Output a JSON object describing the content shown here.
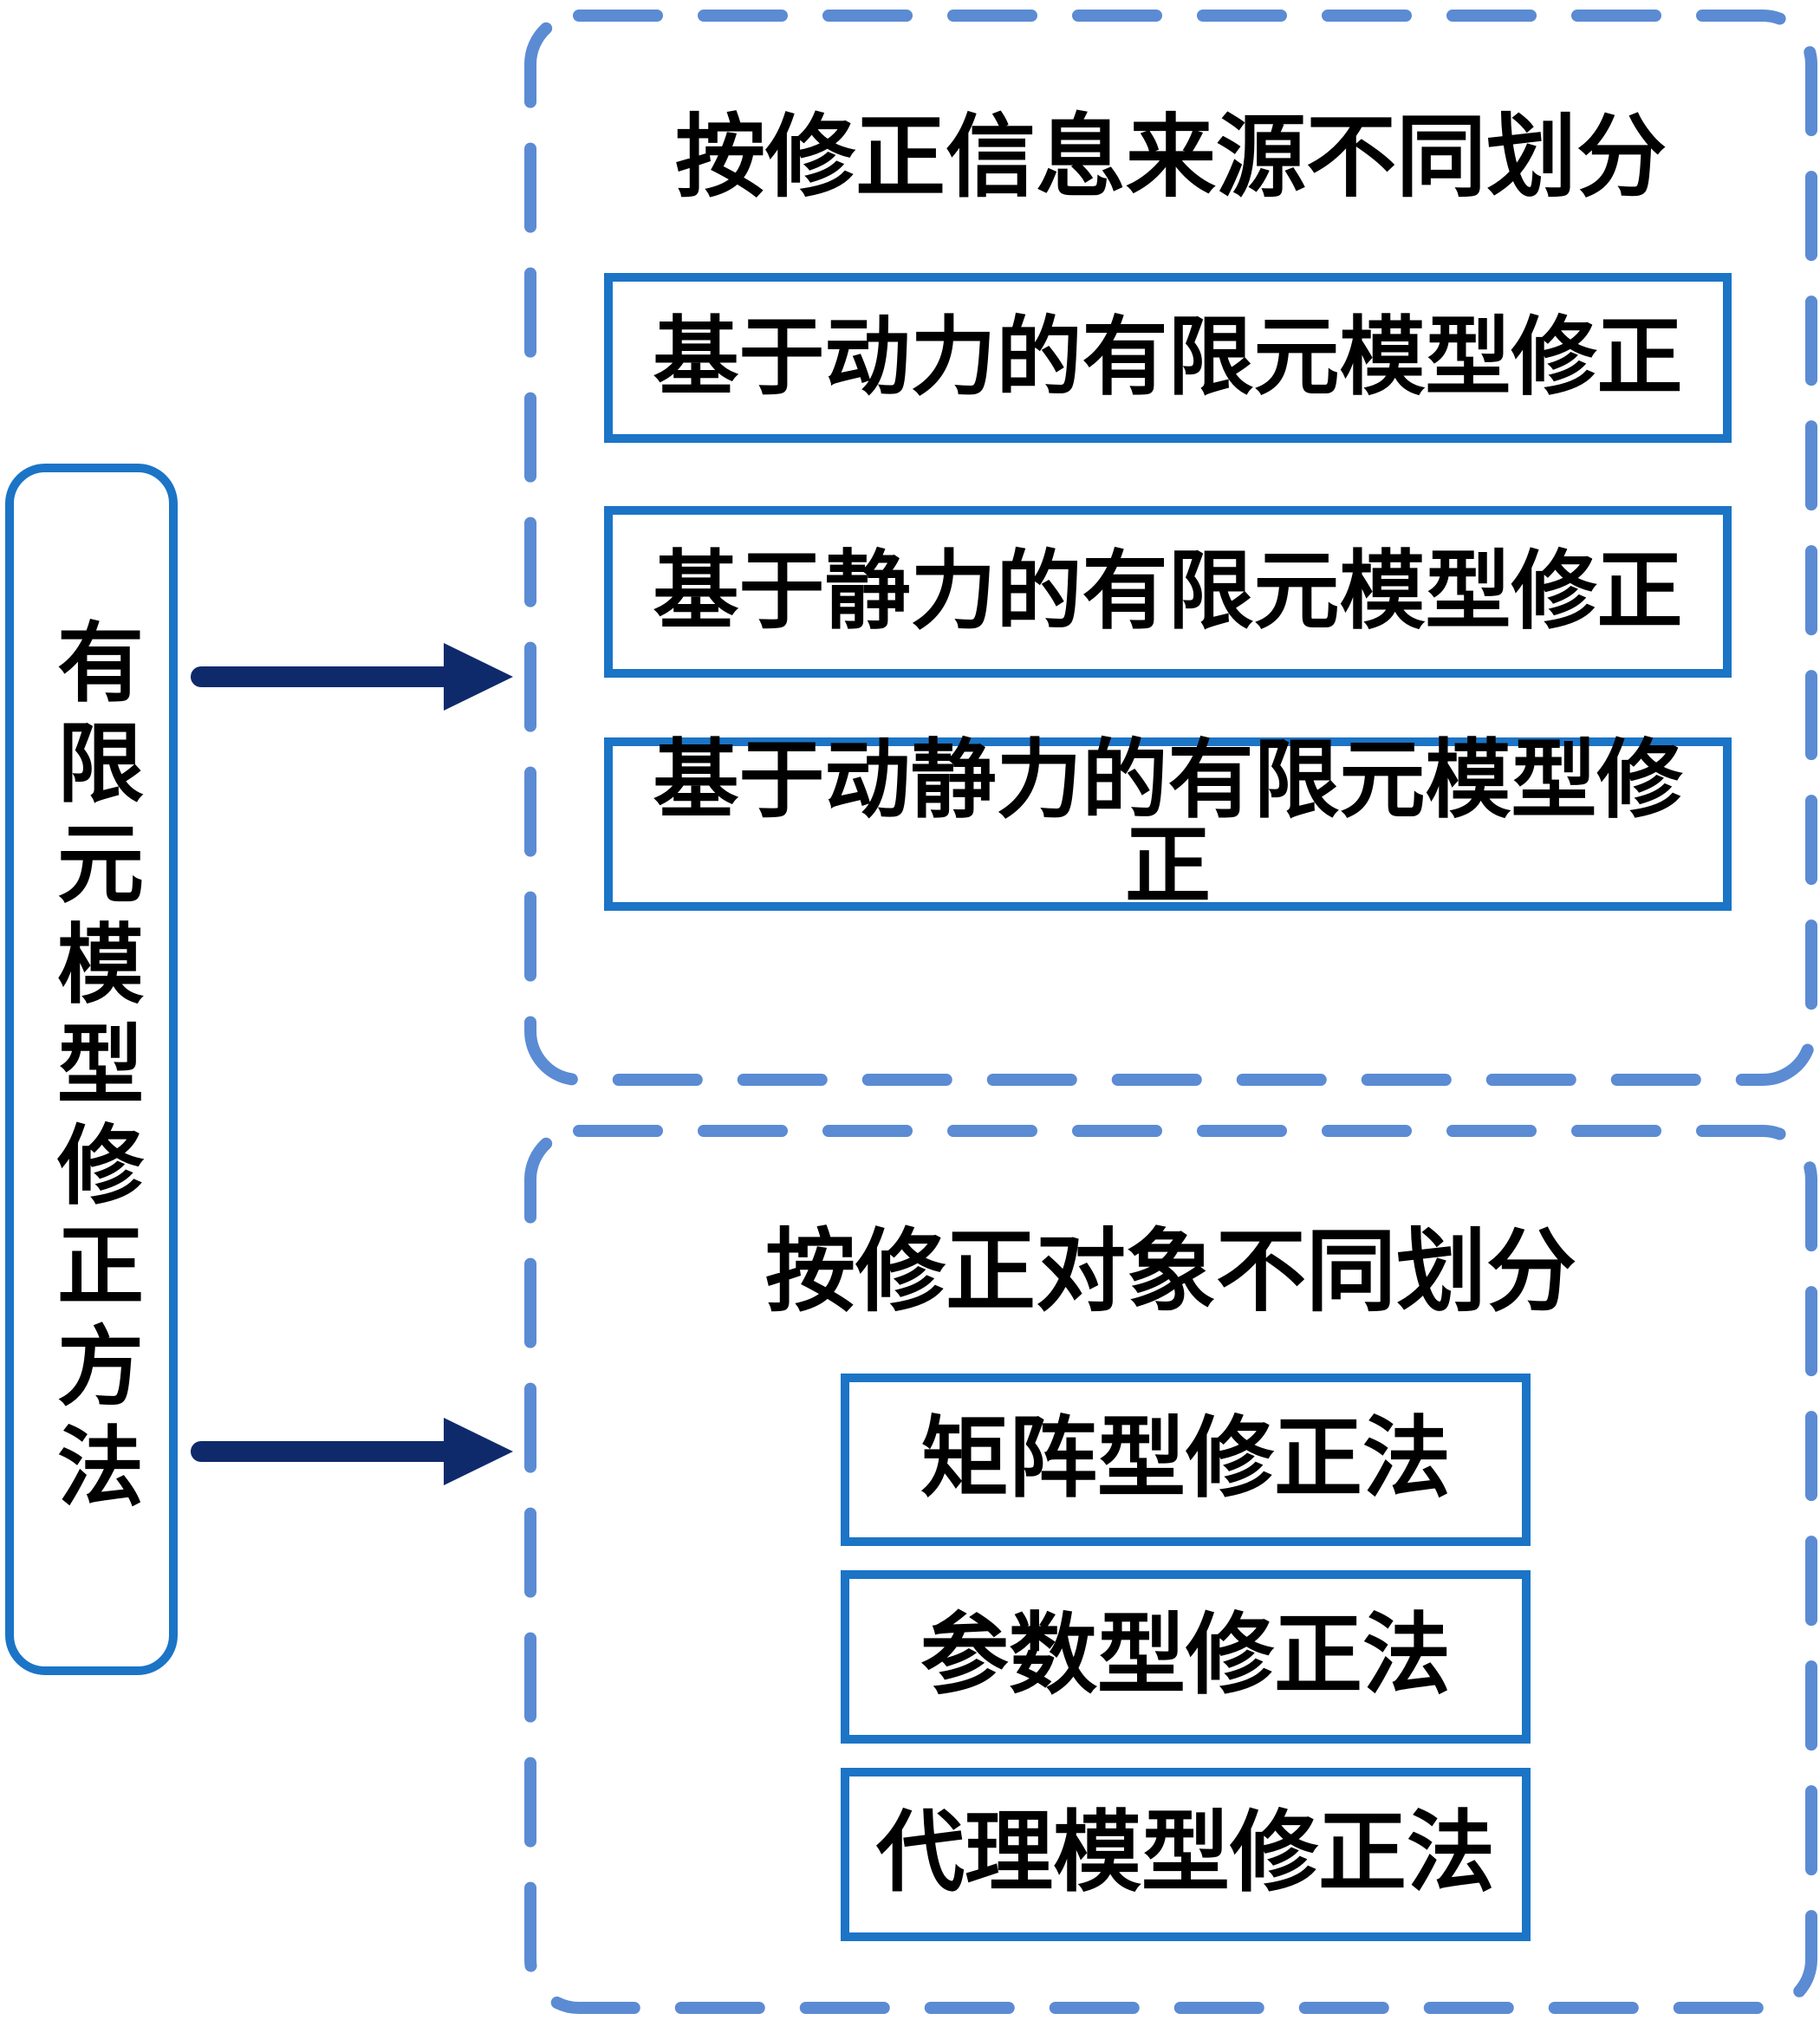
{
  "root": {
    "label": "有限元模型修正方法"
  },
  "groups": [
    {
      "title": "按修正信息来源不同划分",
      "items": [
        "基于动力的有限元模型修正",
        "基于静力的有限元模型修正",
        "基于动静力的有限元模型修正"
      ]
    },
    {
      "title": "按修正对象不同划分",
      "items": [
        "矩阵型修正法",
        "参数型修正法",
        "代理模型修正法"
      ]
    }
  ],
  "colors": {
    "solid_border": "#1B74C6",
    "dashed_border": "#5B8BD3",
    "arrow": "#0F2A6B",
    "text": "#000000",
    "background": "#FFFFFF"
  }
}
